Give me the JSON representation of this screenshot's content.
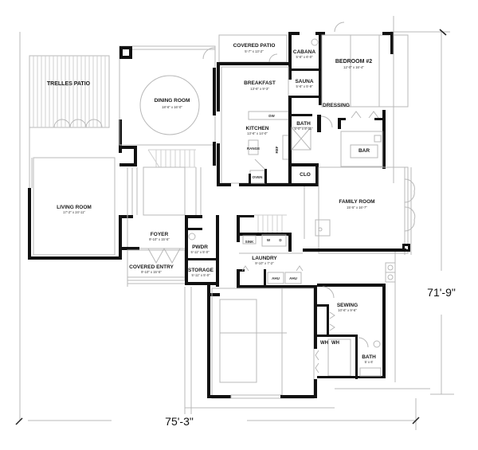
{
  "plan": {
    "type": "floor plan",
    "overall_width": "75'-3\"",
    "overall_depth": "71'-9\""
  },
  "rooms": [
    {
      "id": "trelles-patio",
      "name": "TRELLES PATIO",
      "dims": ""
    },
    {
      "id": "dining-room",
      "name": "DINING ROOM",
      "dims": "18'-6\" x 16'-0\""
    },
    {
      "id": "covered-patio",
      "name": "COVERED PATIO",
      "dims": "5'-7\" x 13'-2\""
    },
    {
      "id": "cabana",
      "name": "CABANA",
      "dims": "5'-6\" x 6'-0\""
    },
    {
      "id": "bedroom-2",
      "name": "BEDROOM #2",
      "dims": "12'-0\" x 16'-4\""
    },
    {
      "id": "breakfast",
      "name": "BREAKFAST",
      "dims": "13'-6\" x 9'-3\""
    },
    {
      "id": "sauna",
      "name": "SAUNA",
      "dims": "5'-6\" x 5'-9\""
    },
    {
      "id": "dressing",
      "name": "DRESSING",
      "dims": ""
    },
    {
      "id": "kitchen",
      "name": "KITCHEN",
      "dims": "13'-6\" x 14'-0\""
    },
    {
      "id": "bath-1",
      "name": "BATH",
      "dims": "5'-0\" x 8'-11\""
    },
    {
      "id": "bar",
      "name": "BAR",
      "dims": ""
    },
    {
      "id": "clo",
      "name": "CLO",
      "dims": ""
    },
    {
      "id": "living-room",
      "name": "LIVING ROOM",
      "dims": "17'-2\" x 24'-11\""
    },
    {
      "id": "family-room",
      "name": "FAMILY ROOM",
      "dims": "15'-5\" x 16'-7\""
    },
    {
      "id": "foyer",
      "name": "FOYER",
      "dims": "9'-10\" x 15'-5\""
    },
    {
      "id": "pwdr",
      "name": "PWDR",
      "dims": "5'-11\" x 5'-0\""
    },
    {
      "id": "covered-entry",
      "name": "COVERED ENTRY",
      "dims": "9'-10\" x 15'-5\""
    },
    {
      "id": "storage",
      "name": "STORAGE",
      "dims": "5'-11\" x 5'-0\""
    },
    {
      "id": "laundry",
      "name": "LAUNDRY",
      "dims": "9'-10\" x 7'-2\""
    },
    {
      "id": "sewing",
      "name": "SEWING",
      "dims": "10'-6\" x 9'-6\""
    },
    {
      "id": "bath-2",
      "name": "BATH",
      "dims": "5' x 6'"
    }
  ],
  "fixtures": {
    "dw": "DW",
    "range": "RANGE",
    "ref": "REF",
    "oven": "OVEN",
    "sink": "SINK",
    "washer": "W",
    "dryer": "D",
    "ahu1": "AHU",
    "ahu2": "AHU",
    "wh1": "WH",
    "wh2": "WH"
  }
}
